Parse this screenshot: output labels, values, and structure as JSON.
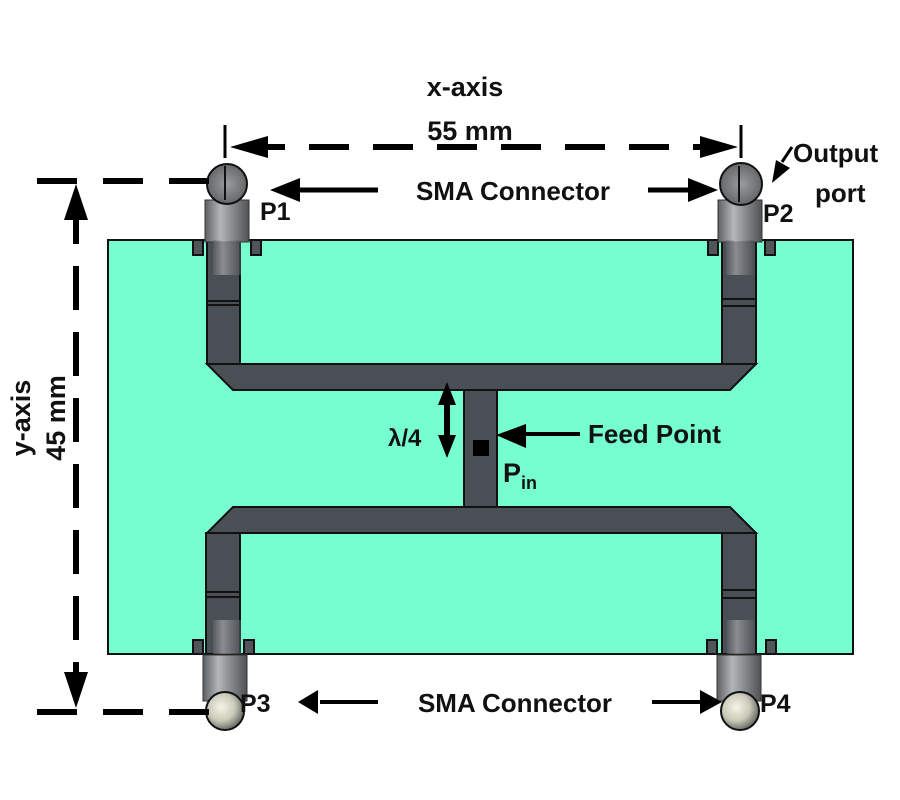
{
  "diagram": {
    "title": "Microstrip power divider layout with SMA connectors",
    "colors": {
      "substrate": "#76FDD0",
      "trace": "#4a4f55",
      "outline": "#111111",
      "connector": "#8a8d8f",
      "arrow": "#000000"
    },
    "dimensions": {
      "x_axis_label": "x-axis",
      "x_axis_value": "55 mm",
      "y_axis_label": "y-axis",
      "y_axis_value": "45 mm"
    },
    "ports": {
      "p1": "P1",
      "p2": "P2",
      "p3": "P3",
      "p4": "P4",
      "pin_main": "P",
      "pin_sub": "in"
    },
    "annotations": {
      "sma_top": "SMA Connector",
      "sma_bottom": "SMA Connector",
      "output_port_line1": "Output",
      "output_port_line2": "port",
      "feed_point": "Feed Point",
      "quarter_wave": "λ/4"
    }
  }
}
